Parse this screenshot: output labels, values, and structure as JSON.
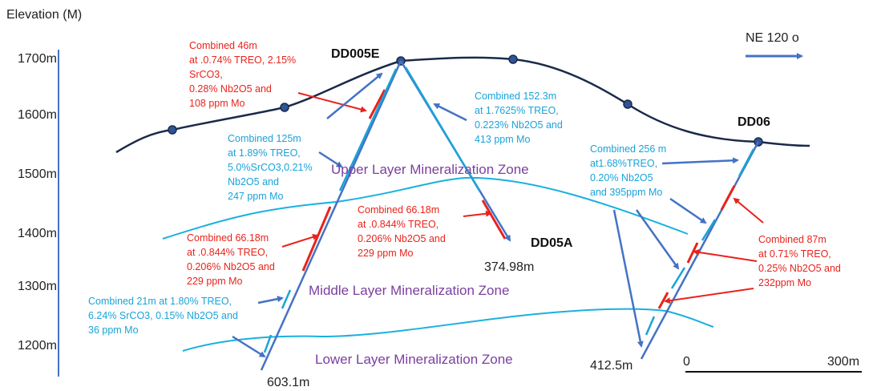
{
  "axis": {
    "title": "Elevation (M)",
    "ticks": [
      "1700m",
      "1600m",
      "1500m",
      "1400m",
      "1300m",
      "1200m"
    ]
  },
  "north": {
    "label": "NE 120 o"
  },
  "scale": {
    "start": "0",
    "end": "300m"
  },
  "zones": {
    "upper": "Upper Layer Mineralization Zone",
    "middle": "Middle Layer Mineralization Zone",
    "lower": "Lower Layer Mineralization Zone"
  },
  "holes": {
    "dd005e": {
      "name": "DD005E",
      "depth": "603.1m"
    },
    "dd05a": {
      "name": "DD05A",
      "depth": "374.98m"
    },
    "dd06": {
      "name": "DD06",
      "depth": "412.5m"
    }
  },
  "annotations": {
    "a1": [
      "Combined 46m",
      " at .0.74% TREO, 2.15%",
      "SrCO3,",
      "0.28% Nb2O5 and",
      "108 ppm Mo"
    ],
    "a2": [
      "Combined 125m",
      " at 1.89% TREO,",
      "5.0%SrCO3,0.21%",
      "Nb2O5 and",
      "247 ppm Mo"
    ],
    "a3": [
      "Combined 66.18m",
      " at .0.844% TREO,",
      "0.206% Nb2O5 and",
      "229 ppm Mo"
    ],
    "a4": [
      "Combined 21m at 1.80% TREO,",
      "6.24% SrCO3, 0.15% Nb2O5 and",
      "36 ppm Mo"
    ],
    "a5": [
      "Combined 152.3m",
      " at 1.7625% TREO,",
      "0.223% Nb2O5 and",
      "413 ppm Mo"
    ],
    "a6": [
      "Combined 66.18m",
      " at .0.844% TREO,",
      "0.206% Nb2O5 and",
      "229 ppm Mo"
    ],
    "a7": [
      "Combined 256 m",
      "at1.68%TREO,",
      "0.20% Nb2O5",
      "and 395ppm Mo"
    ],
    "a8": [
      "Combined 87m",
      " at 0.71% TREO,",
      "0.25% Nb2O5 and",
      "232ppm Mo"
    ]
  },
  "colors": {
    "terrain": "#1b2a4a",
    "boundary": "#1ab0e0",
    "hole": "#4472c4",
    "mineral_red": "#e8231c",
    "mineral_cyan": "#1aa3d8",
    "zone_text": "#7b3fa0"
  }
}
